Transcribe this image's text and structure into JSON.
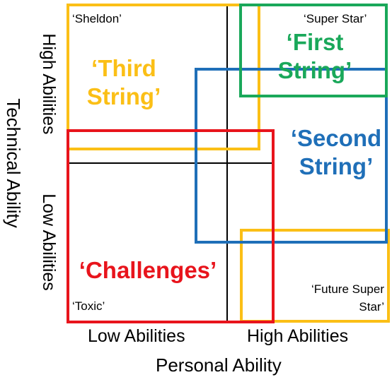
{
  "colors": {
    "third_string": "#fbbf16",
    "first_string": "#1aa85a",
    "second_string": "#1f6fb8",
    "challenges": "#e8141c",
    "future_super_star": "#fbbf16",
    "axes": "#000000"
  },
  "zones": {
    "third_string": {
      "line1": "‘Third",
      "line2": "String’"
    },
    "first_string": {
      "line1": "‘First",
      "line2": "String’"
    },
    "second_string": {
      "line1": "‘Second",
      "line2": "String’"
    },
    "challenges": {
      "line1": "‘Challenges’"
    }
  },
  "examples": {
    "sheldon": "‘Sheldon’",
    "super_star": "‘Super Star’",
    "future_super_star": {
      "line1": "‘Future Super",
      "line2": "Star’"
    },
    "toxic": "‘Toxic’"
  },
  "axes": {
    "x_title": "Personal Ability",
    "x_low": "Low Abilities",
    "x_high": "High Abilities",
    "y_title": "Technical Ability",
    "y_low": "Low Abilities",
    "y_high": "High Abilities"
  }
}
